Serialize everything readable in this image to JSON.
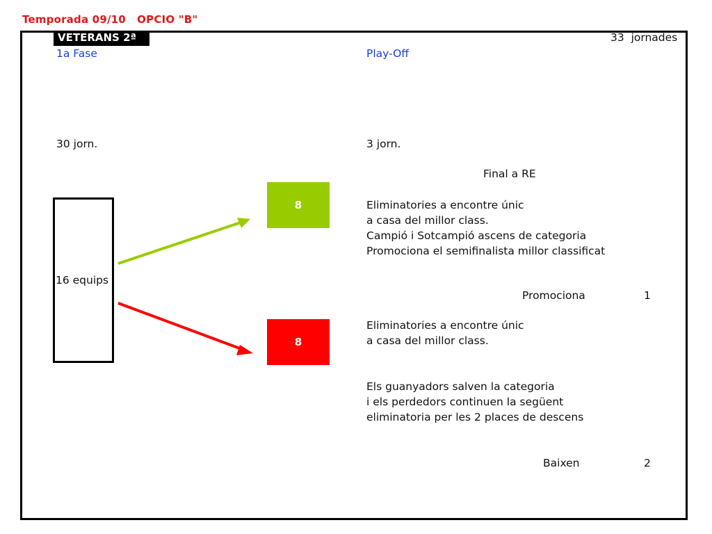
{
  "header": {
    "title": "Temporada 09/10   OPCIO \"B\""
  },
  "category": {
    "label": "VETERANS 2ª",
    "total_rounds": "33  jornades"
  },
  "phase1": {
    "title": "1a Fase",
    "rounds": "30 jorn.",
    "teams": "16 equips"
  },
  "playoff": {
    "title": "Play-Off",
    "rounds": "3 jorn.",
    "final": "Final a RE",
    "top": {
      "count": "8",
      "lines": [
        "Eliminatories a encontre únic",
        "a casa del millor class.",
        "Campió i Sotcampió ascens de categoria",
        "Promociona el semifinalista millor classificat"
      ]
    },
    "promotion": {
      "label": "Promociona",
      "count": "1"
    },
    "bottom": {
      "count": "8",
      "lines": [
        "Eliminatories a encontre únic",
        "a casa del millor class."
      ],
      "notes": [
        "Els guanyadors salven la categoria",
        "i els perdedors continuen la següent",
        "eliminatoria per les 2 places de descens"
      ]
    },
    "relegation": {
      "label": "Baixen",
      "count": "2"
    }
  },
  "colors": {
    "title": "#e01818",
    "phase_titles": "#1a3fd6",
    "top_group": "#99cc00",
    "bottom_group": "#ff0000"
  }
}
